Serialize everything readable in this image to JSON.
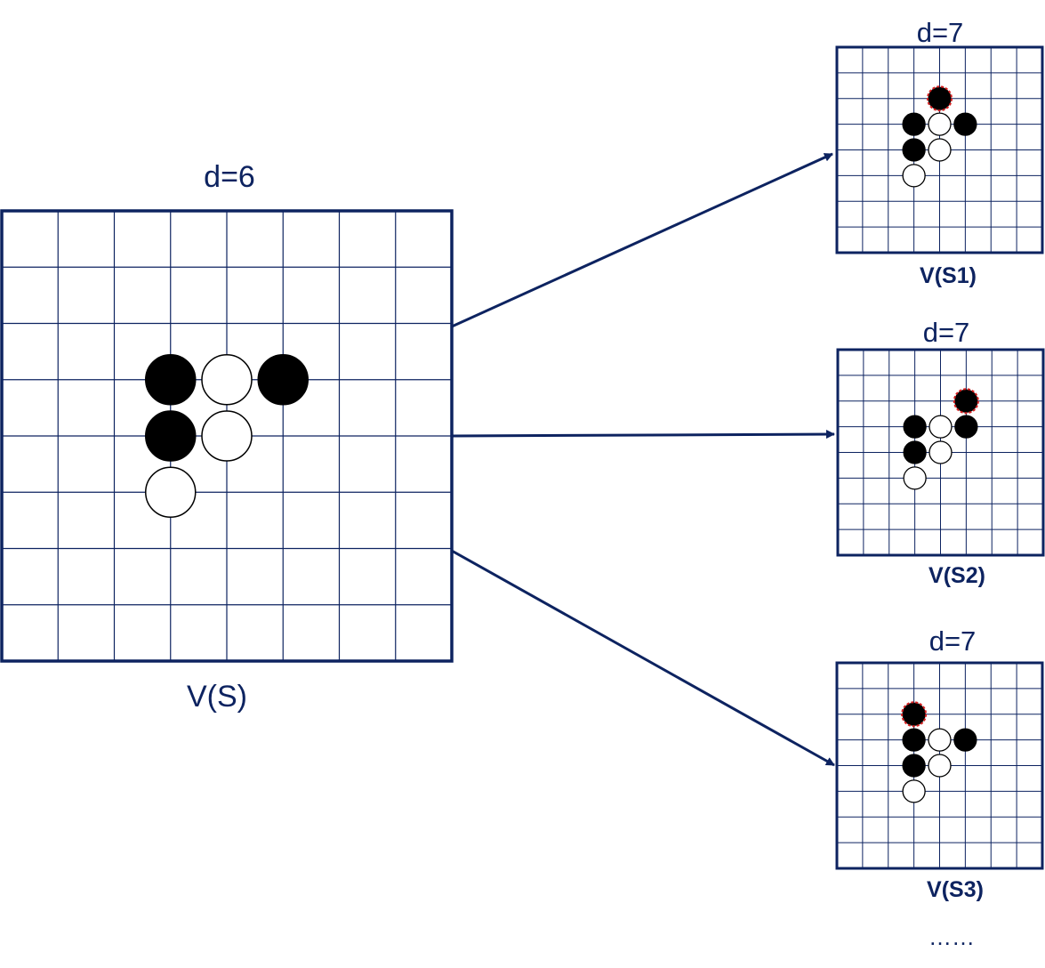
{
  "colors": {
    "frame": "#0d2360",
    "grid": "#0d2360",
    "black_stone": "#000000",
    "white_stone": "#ffffff",
    "new_move_outline": "#d62020"
  },
  "root_board": {
    "depth_label": "d=6",
    "value_label": "V(S)",
    "stones": [
      {
        "col": 3,
        "row": 3,
        "color": "black"
      },
      {
        "col": 4,
        "row": 3,
        "color": "white"
      },
      {
        "col": 5,
        "row": 3,
        "color": "black"
      },
      {
        "col": 3,
        "row": 4,
        "color": "black"
      },
      {
        "col": 4,
        "row": 4,
        "color": "white"
      },
      {
        "col": 3,
        "row": 5,
        "color": "white"
      }
    ]
  },
  "child_boards": [
    {
      "depth_label": "d=7",
      "value_label": "V(S1)",
      "new_move": {
        "col": 4,
        "row": 2
      },
      "stones": [
        {
          "col": 4,
          "row": 2,
          "color": "black"
        },
        {
          "col": 3,
          "row": 3,
          "color": "black"
        },
        {
          "col": 4,
          "row": 3,
          "color": "white"
        },
        {
          "col": 5,
          "row": 3,
          "color": "black"
        },
        {
          "col": 3,
          "row": 4,
          "color": "black"
        },
        {
          "col": 4,
          "row": 4,
          "color": "white"
        },
        {
          "col": 3,
          "row": 5,
          "color": "white"
        }
      ]
    },
    {
      "depth_label": "d=7",
      "value_label": "V(S2)",
      "new_move": {
        "col": 5,
        "row": 2
      },
      "stones": [
        {
          "col": 5,
          "row": 2,
          "color": "black"
        },
        {
          "col": 3,
          "row": 3,
          "color": "black"
        },
        {
          "col": 4,
          "row": 3,
          "color": "white"
        },
        {
          "col": 5,
          "row": 3,
          "color": "black"
        },
        {
          "col": 3,
          "row": 4,
          "color": "black"
        },
        {
          "col": 4,
          "row": 4,
          "color": "white"
        },
        {
          "col": 3,
          "row": 5,
          "color": "white"
        }
      ]
    },
    {
      "depth_label": "d=7",
      "value_label": "V(S3)",
      "new_move": {
        "col": 3,
        "row": 2
      },
      "stones": [
        {
          "col": 3,
          "row": 2,
          "color": "black"
        },
        {
          "col": 3,
          "row": 3,
          "color": "black"
        },
        {
          "col": 4,
          "row": 3,
          "color": "white"
        },
        {
          "col": 5,
          "row": 3,
          "color": "black"
        },
        {
          "col": 3,
          "row": 4,
          "color": "black"
        },
        {
          "col": 4,
          "row": 4,
          "color": "white"
        },
        {
          "col": 3,
          "row": 5,
          "color": "white"
        }
      ]
    }
  ],
  "continuation_marker": "……"
}
